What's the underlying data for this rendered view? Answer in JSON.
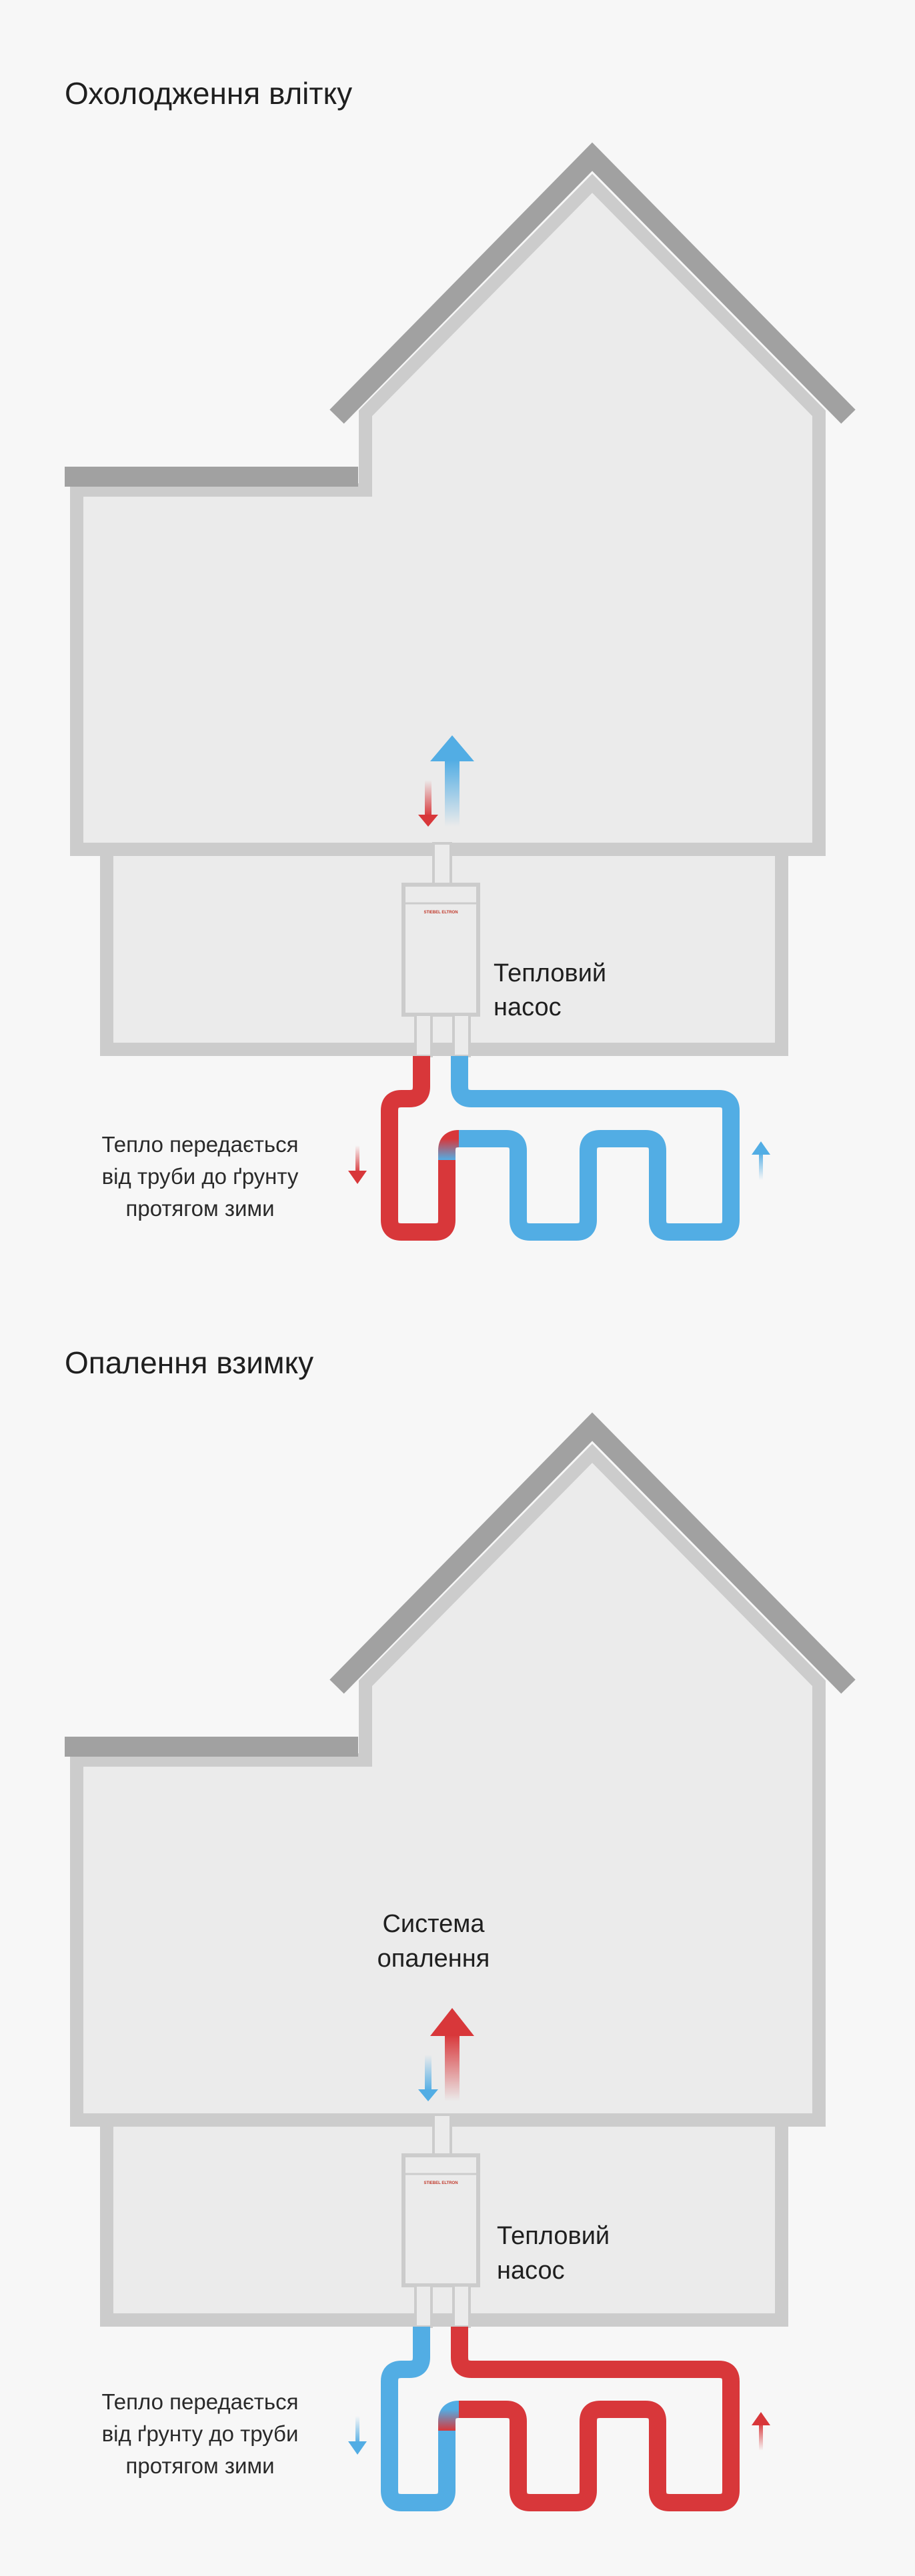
{
  "summer": {
    "title": "Охолодження влітку",
    "pump_label_line1": "Тепловий",
    "pump_label_line2": "насос",
    "caption_line1": "Тепло передається",
    "caption_line2": "від труби до ґрунту",
    "caption_line3": "протягом зими"
  },
  "winter": {
    "title": "Опалення взимку",
    "system_label_line1": "Система",
    "system_label_line2": "опалення",
    "pump_label_line1": "Тепловий",
    "pump_label_line2": "насос",
    "caption_line1": "Тепло передається",
    "caption_line2": "від ґрунту до труби",
    "caption_line3": "протягом зими"
  },
  "pump_brand_mark": "STIEBEL ELTRON",
  "colors": {
    "hot": "#d8373a",
    "cold": "#52ade4",
    "roof": "#a1a1a1",
    "wall": "#cccccc",
    "interior": "#ebebeb",
    "background": "#f7f7f7"
  }
}
